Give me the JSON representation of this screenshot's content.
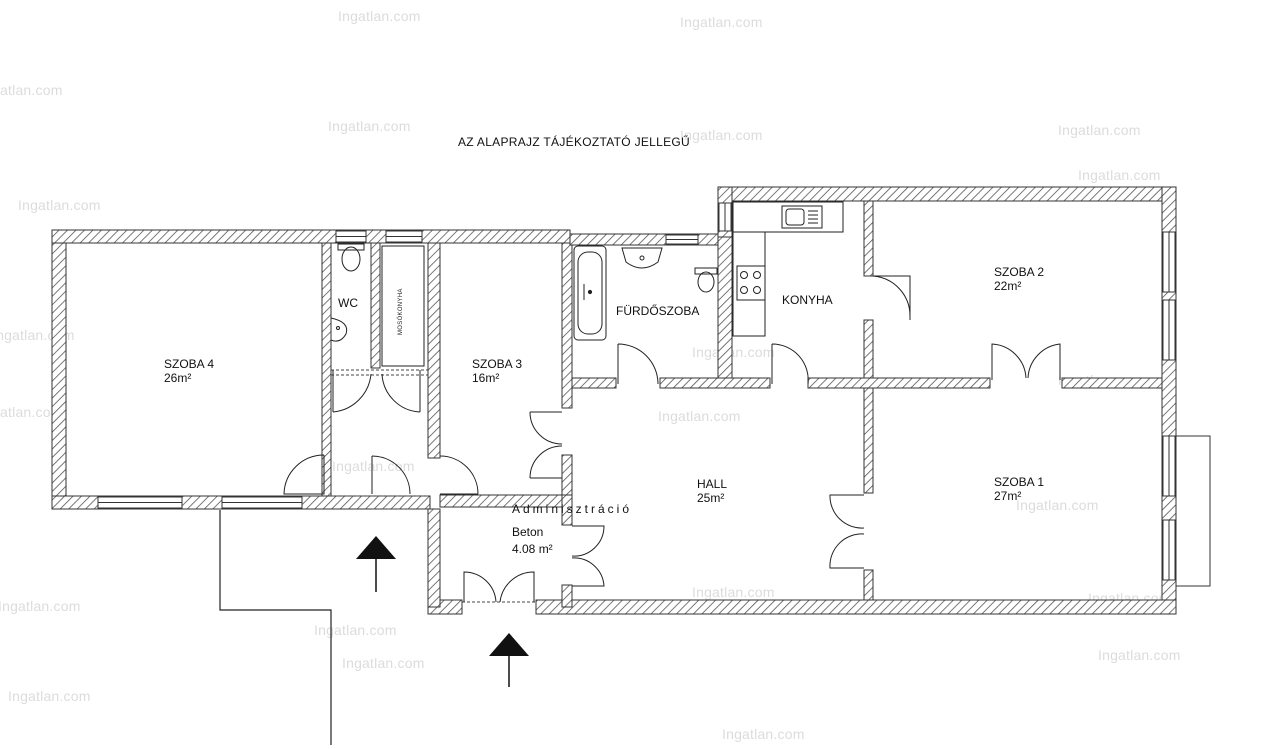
{
  "note": "AZ ALAPRAJZ TÁJÉKOZTATÓ JELLEGŰ",
  "watermark": "Ingatlan.com",
  "rooms": {
    "szoba4": {
      "name": "SZOBA 4",
      "area": "26m²"
    },
    "wc": {
      "name": "WC"
    },
    "mosokonyha": {
      "name": "MOSÓKONYHA"
    },
    "szoba3": {
      "name": "SZOBA 3",
      "area": "16m²"
    },
    "furdoszoba": {
      "name": "FÜRDŐSZOBA"
    },
    "konyha": {
      "name": "KONYHA"
    },
    "szoba2": {
      "name": "SZOBA 2",
      "area": "22m²"
    },
    "hall": {
      "name": "HALL",
      "area": "25m²"
    },
    "szoba1": {
      "name": "SZOBA 1",
      "area": "27m²"
    },
    "entry": {
      "title": "Adminisztráció",
      "floor": "Beton",
      "area": "4.08 m²"
    }
  },
  "colors": {
    "wall": "#333333",
    "hatch": "#555555",
    "watermark": "#dcdcdc"
  },
  "icons": [
    "entrance-arrow-icon",
    "bathtub-icon",
    "sink-icon",
    "toilet-icon",
    "stove-icon"
  ]
}
